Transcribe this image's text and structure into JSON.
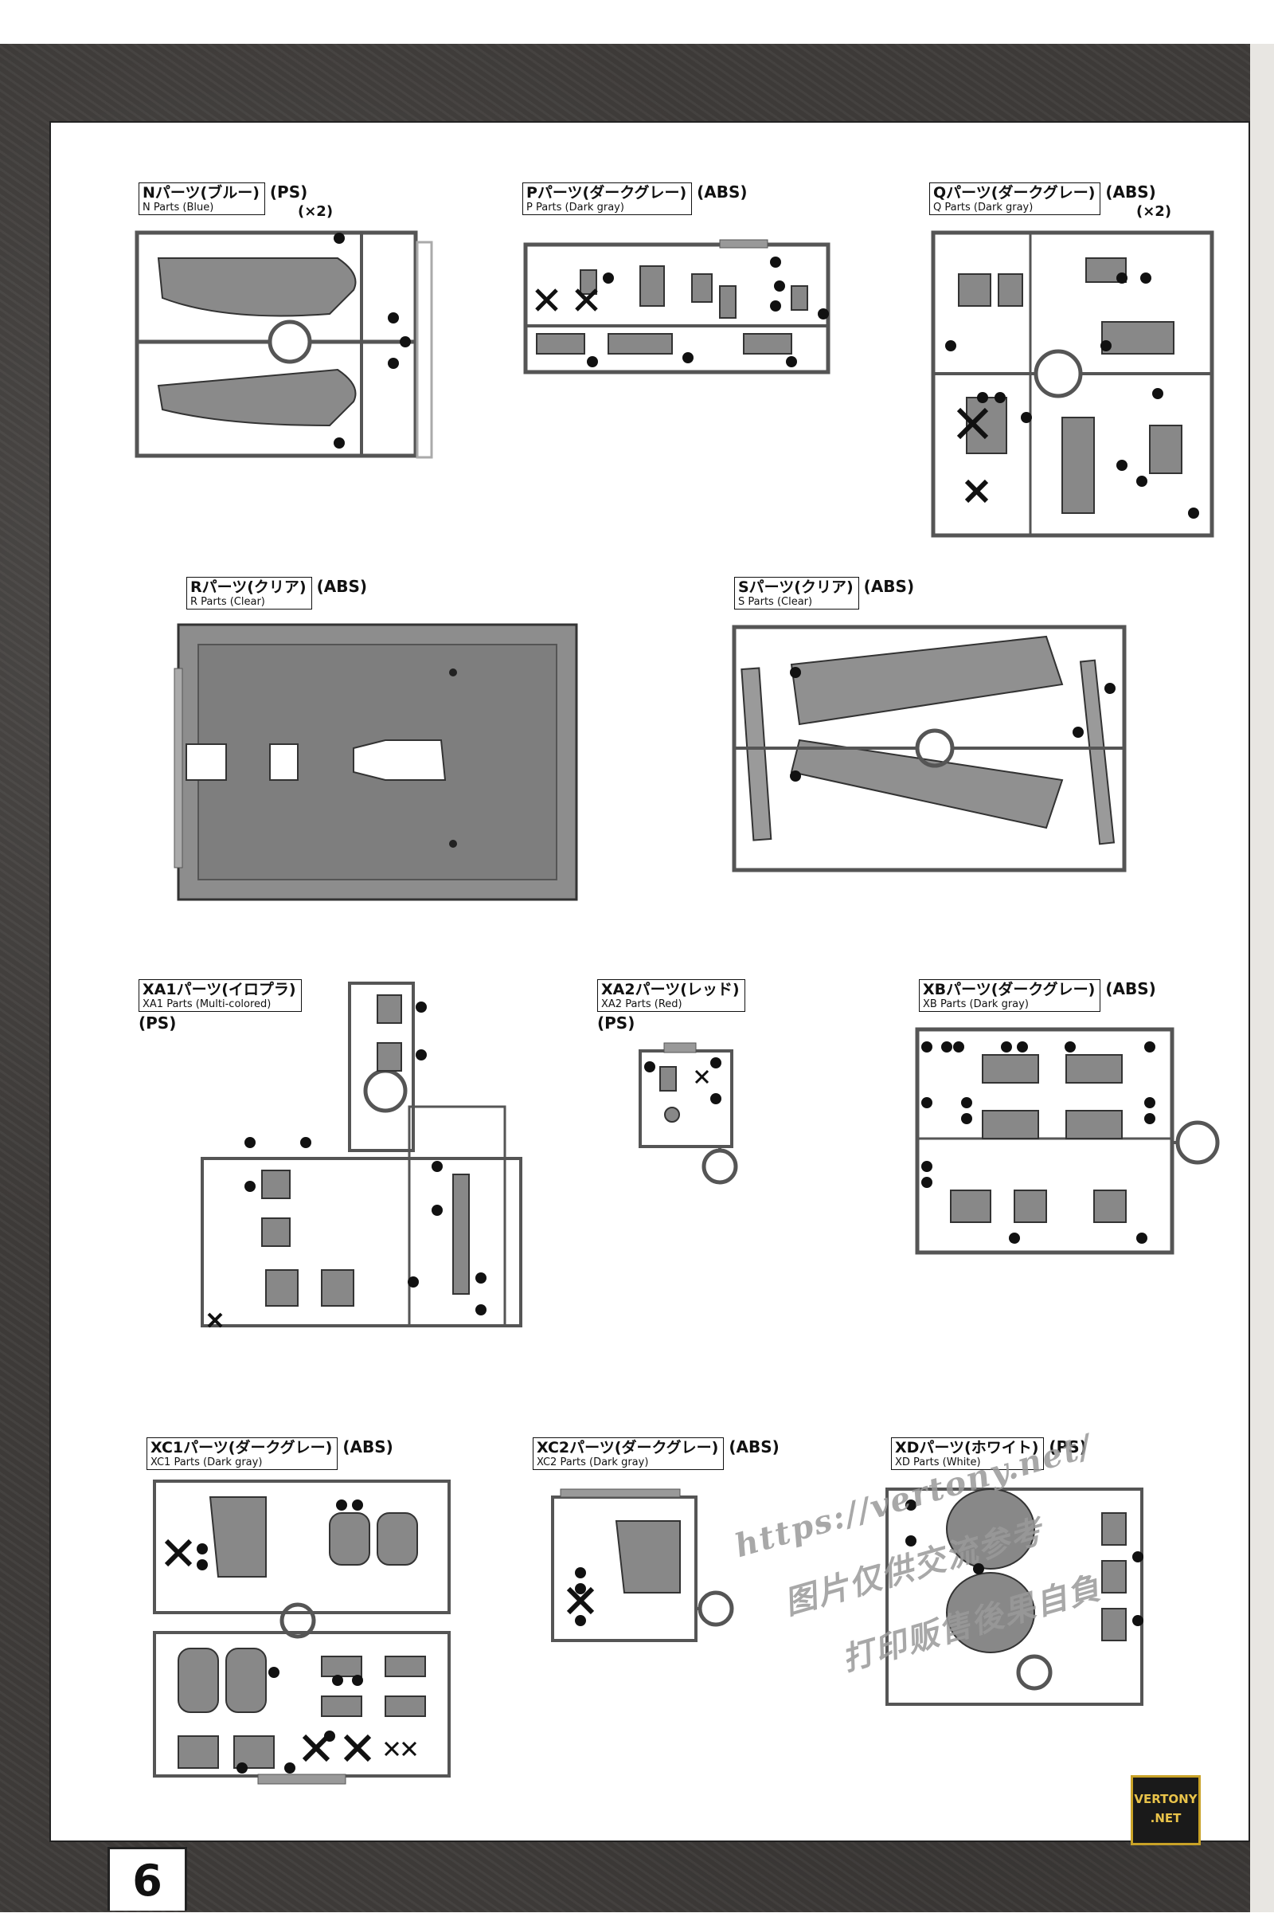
{
  "page_number": "6",
  "sections": {
    "n": {
      "jp": "Nパーツ(ブルー)",
      "en": "N Parts (Blue)",
      "material": "(PS)",
      "qty": "(×2)"
    },
    "p": {
      "jp": "Pパーツ(ダークグレー)",
      "en": "P Parts (Dark gray)",
      "material": "(ABS)"
    },
    "q": {
      "jp": "Qパーツ(ダークグレー)",
      "en": "Q Parts (Dark gray)",
      "material": "(ABS)",
      "qty": "(×2)"
    },
    "r": {
      "jp": "Rパーツ(クリア)",
      "en": "R Parts (Clear)",
      "material": "(ABS)"
    },
    "s": {
      "jp": "Sパーツ(クリア)",
      "en": "S Parts (Clear)",
      "material": "(ABS)"
    },
    "xa1": {
      "jp": "XA1パーツ(イロプラ)",
      "en": "XA1 Parts (Multi-colored)",
      "material": "(PS)"
    },
    "xa2": {
      "jp": "XA2パーツ(レッド)",
      "en": "XA2 Parts (Red)",
      "material": "(PS)"
    },
    "xb": {
      "jp": "XBパーツ(ダークグレー)",
      "en": "XB Parts (Dark gray)",
      "material": "(ABS)"
    },
    "xc1": {
      "jp": "XC1パーツ(ダークグレー)",
      "en": "XC1 Parts (Dark gray)",
      "material": "(ABS)"
    },
    "xc2": {
      "jp": "XC2パーツ(ダークグレー)",
      "en": "XC2 Parts (Dark gray)",
      "material": "(ABS)"
    },
    "xd": {
      "jp": "XDパーツ(ホワイト)",
      "en": "XD Parts (White)",
      "material": "(PS)"
    }
  },
  "watermark": {
    "line1": "https://vertony.net/",
    "line2": "图片仅供交流参考",
    "line3": "打印贩售後果自負"
  },
  "logo": {
    "line1": "VERTONY",
    "line2": ".NET"
  },
  "colors": {
    "page": "#ffffff",
    "border": "#222222",
    "sprue": "#555555",
    "background": "#3d3a38"
  }
}
